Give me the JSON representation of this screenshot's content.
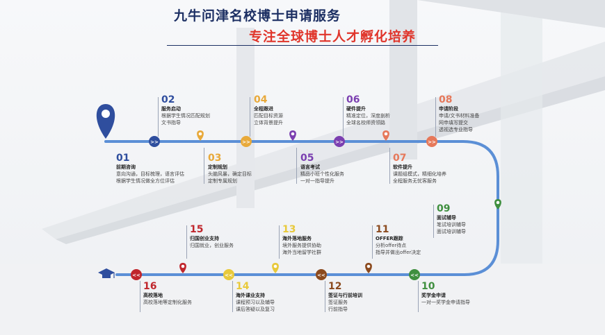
{
  "header": {
    "title": "九牛问津名校博士申请服务",
    "subtitle": "专注全球博士人才孵化培养"
  },
  "colors": {
    "path": "#5b8fd6",
    "title": "#1c2f63",
    "subtitle": "#e0352b"
  },
  "start_icon": "location-pin-icon",
  "end_icon": "graduation-cap-icon",
  "steps": [
    {
      "num": "01",
      "name": "前期咨询",
      "desc": [
        "意向沟通，目标梳理，语言评估",
        "根据学生情况做全方位评估"
      ],
      "color": "#2f4e9e",
      "marker": "location-pin-icon"
    },
    {
      "num": "02",
      "name": "服务启动",
      "desc": [
        "根据学生情况匹配规划",
        "文书指导"
      ],
      "color": "#2f4e9e",
      "marker": "forward-arrow-icon"
    },
    {
      "num": "03",
      "name": "定制规划",
      "desc": [
        "头脑风暴，确定目标",
        "定制专属规划"
      ],
      "color": "#e8a93a",
      "marker": "location-pin-icon"
    },
    {
      "num": "04",
      "name": "全程跟进",
      "desc": [
        "匹配目标资源",
        "立体背景提升"
      ],
      "color": "#e8a93a",
      "marker": "forward-arrow-icon"
    },
    {
      "num": "05",
      "name": "语言考试",
      "desc": [
        "精品小班个性化服务",
        "一对一指导提升"
      ],
      "color": "#7b3fb0",
      "marker": "location-pin-icon"
    },
    {
      "num": "06",
      "name": "硬件提升",
      "desc": [
        "精准定位，深度剖析",
        "全球名校师资领路"
      ],
      "color": "#7b3fb0",
      "marker": "forward-arrow-icon"
    },
    {
      "num": "07",
      "name": "软件提升",
      "desc": [
        "课题组模式，精细化培养",
        "全程服务无忧客服务"
      ],
      "color": "#e6785a",
      "marker": "location-pin-icon"
    },
    {
      "num": "08",
      "name": "申请阶段",
      "desc": [
        "申请/文书材料准备",
        "网申填写提交",
        "透视选专业指导"
      ],
      "color": "#e6785a",
      "marker": "forward-arrow-icon"
    },
    {
      "num": "09",
      "name": "面试辅导",
      "desc": [
        "笔试培训辅导",
        "面试培训辅导"
      ],
      "color": "#3f8f3f",
      "marker": "location-pin-icon"
    },
    {
      "num": "10",
      "name": "奖学金申请",
      "desc": [
        "一对一奖学金申请指导"
      ],
      "color": "#3f8f3f",
      "marker": "back-arrow-icon"
    },
    {
      "num": "11",
      "name": "OFFER跟踪",
      "desc": [
        "分析offer待点",
        "指导并做出offer决定"
      ],
      "color": "#8b4a1e",
      "marker": "location-pin-icon"
    },
    {
      "num": "12",
      "name": "签证与行前培训",
      "desc": [
        "签证服务",
        "行前指导"
      ],
      "color": "#8b4a1e",
      "marker": "back-arrow-icon"
    },
    {
      "num": "13",
      "name": "海外落地服务",
      "desc": [
        "境外服务提供协助",
        "海外当地留学社群"
      ],
      "color": "#e8c93a",
      "marker": "location-pin-icon"
    },
    {
      "num": "14",
      "name": "海外课业支持",
      "desc": [
        "课程预习以及辅导",
        "课后答疑以及复习"
      ],
      "color": "#e8c93a",
      "marker": "back-arrow-icon"
    },
    {
      "num": "15",
      "name": "归国创业支持",
      "desc": [
        "归国就业，创业服务"
      ],
      "color": "#c0262c",
      "marker": "location-pin-icon"
    },
    {
      "num": "16",
      "name": "高校落地",
      "desc": [
        "高校落地等定制化服务"
      ],
      "color": "#c0262c",
      "marker": "back-arrow-icon"
    }
  ]
}
